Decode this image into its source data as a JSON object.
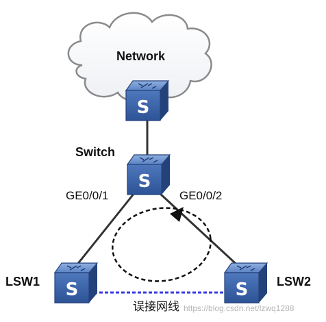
{
  "nodes": {
    "network": {
      "label": "Network"
    },
    "top_switch": {
      "icon_letter": "S"
    },
    "switch": {
      "label": "Switch",
      "icon_letter": "S"
    },
    "lsw1": {
      "label": "LSW1",
      "icon_letter": "S"
    },
    "lsw2": {
      "label": "LSW2",
      "icon_letter": "S"
    }
  },
  "ports": {
    "left": "GE0/0/1",
    "right": "GE0/0/2"
  },
  "links": {
    "wrong_link_label": "误接网线"
  },
  "watermark": "https://blog.csdn.net/lzwq1288",
  "colors": {
    "cloud_stroke": "#8a8a8a",
    "switch_blue": "#3b62a4",
    "switch_dark": "#24427a",
    "solid_link": "#333333",
    "wrong_link": "#3a3ae0",
    "loop_arrow": "#111111"
  }
}
